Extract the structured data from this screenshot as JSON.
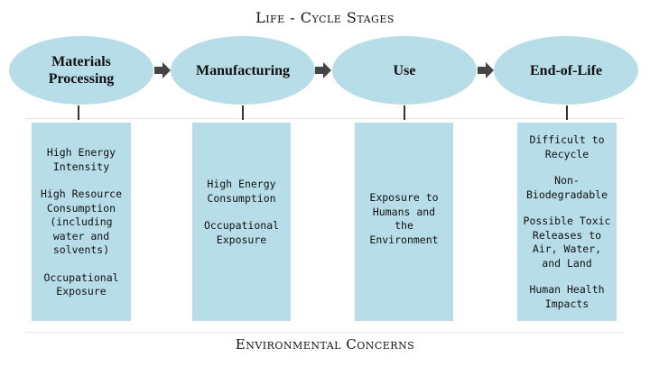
{
  "title": "Life - Cycle Stages",
  "footer": "Environmental Concerns",
  "colors": {
    "shape_fill": "#b7dde8",
    "arrow": "#444444"
  },
  "icons": {
    "arrow": "right-arrow-icon"
  },
  "stages": [
    {
      "label": "Materials\nProcessing",
      "concerns": [
        "High Energy\nIntensity",
        "High Resource\nConsumption\n(including\nwater and\nsolvents)",
        "Occupational\nExposure"
      ]
    },
    {
      "label": "Manufacturing",
      "concerns": [
        "High Energy\nConsumption",
        "Occupational\nExposure"
      ]
    },
    {
      "label": "Use",
      "concerns": [
        "Exposure to\nHumans and\nthe\nEnvironment"
      ]
    },
    {
      "label": "End-of-Life",
      "concerns": [
        "Difficult to\nRecycle",
        "Non-\nBiodegradable",
        "Possible Toxic\nReleases to\nAir, Water,\nand Land",
        "Human Health\nImpacts"
      ]
    }
  ]
}
